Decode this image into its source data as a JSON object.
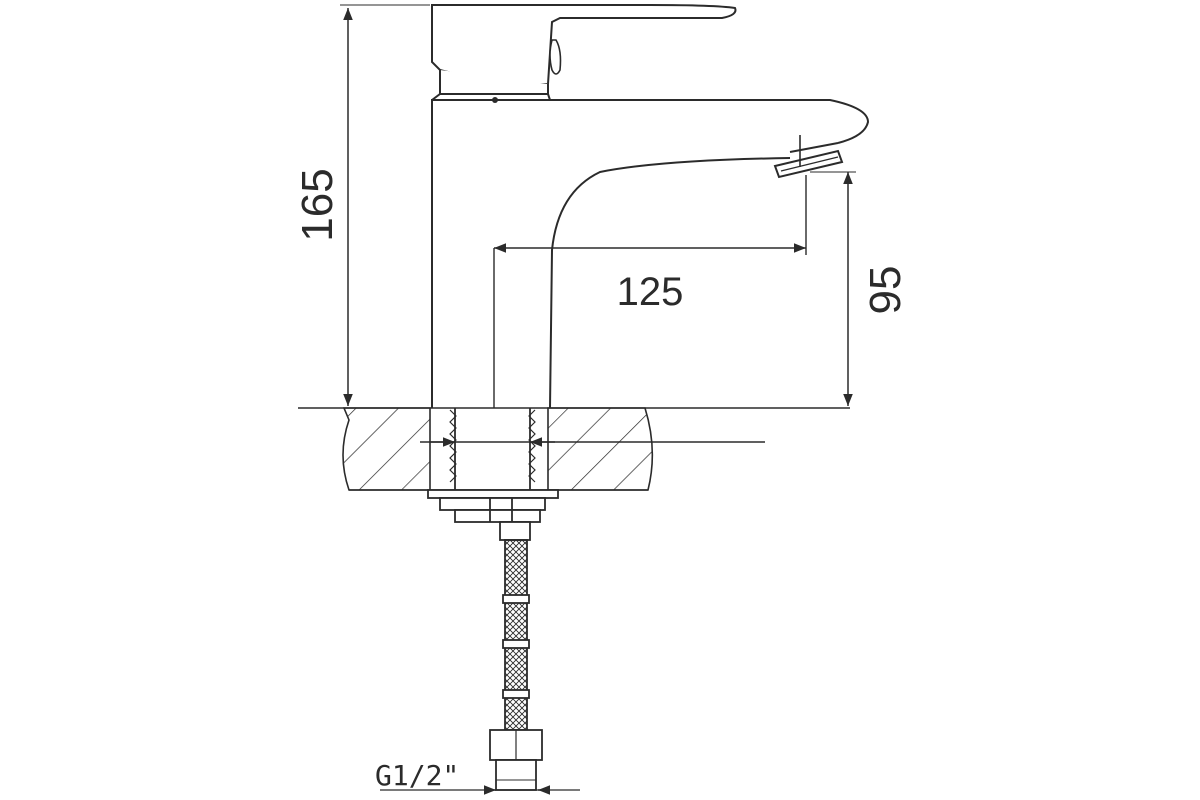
{
  "drawing": {
    "dimensions": {
      "total_height": "165",
      "spout_reach": "125",
      "spout_height": "95"
    },
    "connection_thread": "G1/2\""
  },
  "colors": {
    "line": "#2b2b2b",
    "background": "#ffffff"
  }
}
